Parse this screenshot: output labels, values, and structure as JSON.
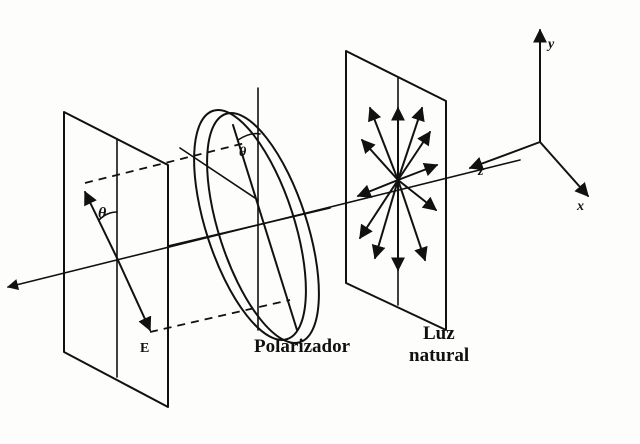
{
  "labels": {
    "e_vector": "E",
    "theta_left": "θ",
    "theta_polarizer": "θ",
    "polarizer": "Polarizador",
    "natural_light_line1": "Luz",
    "natural_light_line2": "natural"
  },
  "axes": {
    "y": "y",
    "z": "z",
    "x": "x"
  },
  "colors": {
    "ink": "#111111",
    "paper": "#fdfdfc"
  }
}
